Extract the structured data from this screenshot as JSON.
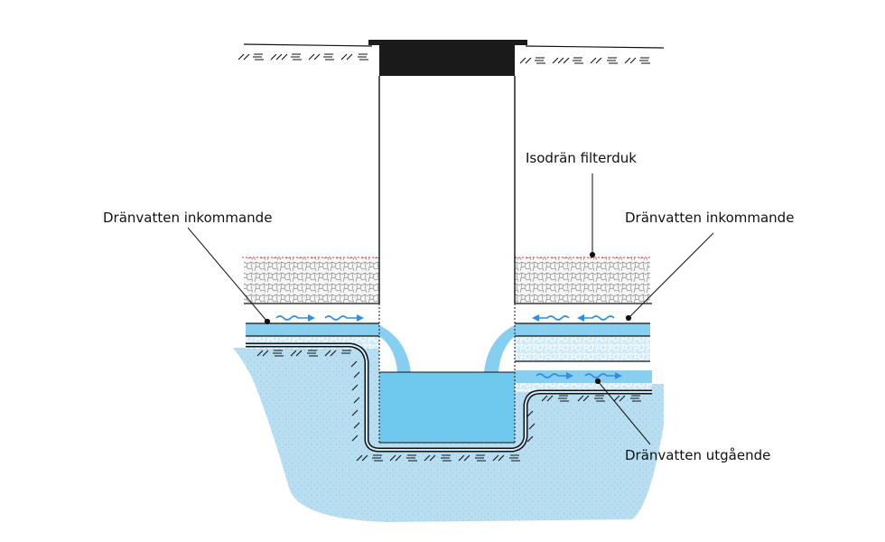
{
  "labels": {
    "filter_cloth": "Isodrän filterduk",
    "incoming_left": "Dränvatten inkommande",
    "incoming_right": "Dränvatten inkommande",
    "outgoing": "Dränvatten utgående"
  },
  "colors": {
    "water_body": "#b8def2",
    "water_channel": "#86cff0",
    "water_chamber": "#6fc8ee",
    "arrow": "#2e8ee6",
    "lid": "#1a1a1a",
    "filter_line": "#e03a3a",
    "line": "#111111"
  }
}
